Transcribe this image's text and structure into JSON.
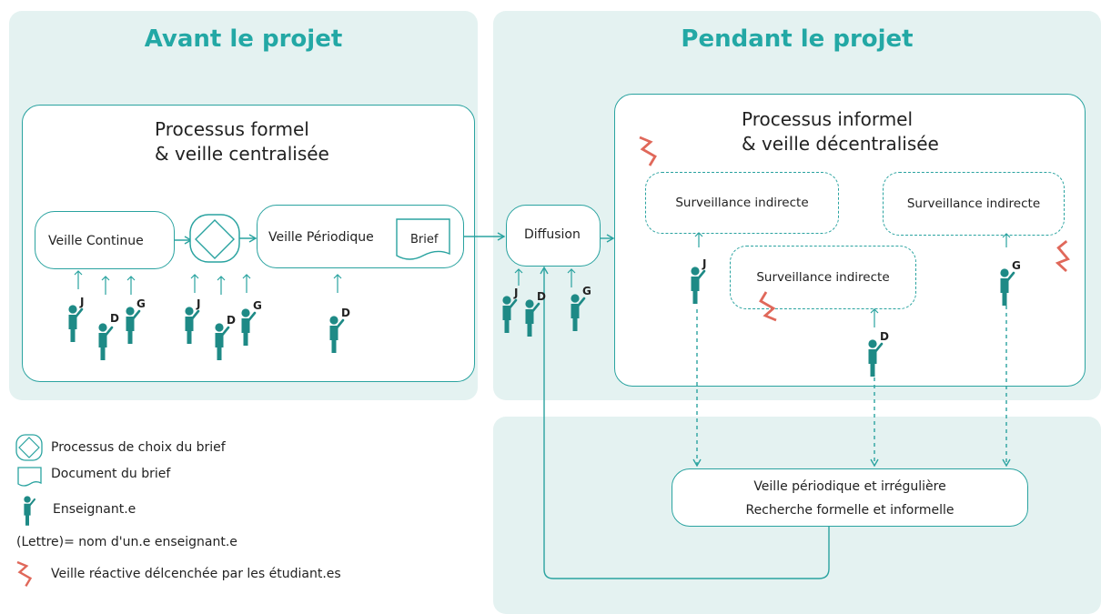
{
  "colors": {
    "teal": "#1e8a86",
    "accent_teal": "#23a8a5",
    "panel_bg": "#e4f2f1",
    "student_red": "#e0685a"
  },
  "panels": {
    "avant_title": "Avant le projet",
    "pendant_title": "Pendant le projet"
  },
  "formel": {
    "title_line1": "Processus formel",
    "title_line2": "& veille centralisée",
    "veille_continue": "Veille Continue",
    "veille_periodique": "Veille Périodique",
    "brief": "Brief"
  },
  "diffusion": "Diffusion",
  "informel": {
    "title_line1": "Processus informel",
    "title_line2": "& veille décentralisée",
    "surveillance_1": "Surveillance indirecte",
    "surveillance_2": "Surveillance indirecte",
    "surveillance_3": "Surveillance indirecte"
  },
  "bottom_box": {
    "line1": "Veille périodique et irrégulière",
    "line2": "Recherche formelle et informelle"
  },
  "teacher_letters": [
    "J",
    "D",
    "G"
  ],
  "legend": {
    "choix": "Processus de choix du brief",
    "document": "Document du brief",
    "enseignant": "Enseignant.e",
    "lettre": "(Lettre)= nom d'un.e enseignant.e",
    "reactive": "Veille réactive délcenchée par les étudiant.es"
  },
  "icons": [
    "diamond-icon",
    "document-icon",
    "teacher-icon",
    "lightning-icon",
    "arrow-icon"
  ]
}
